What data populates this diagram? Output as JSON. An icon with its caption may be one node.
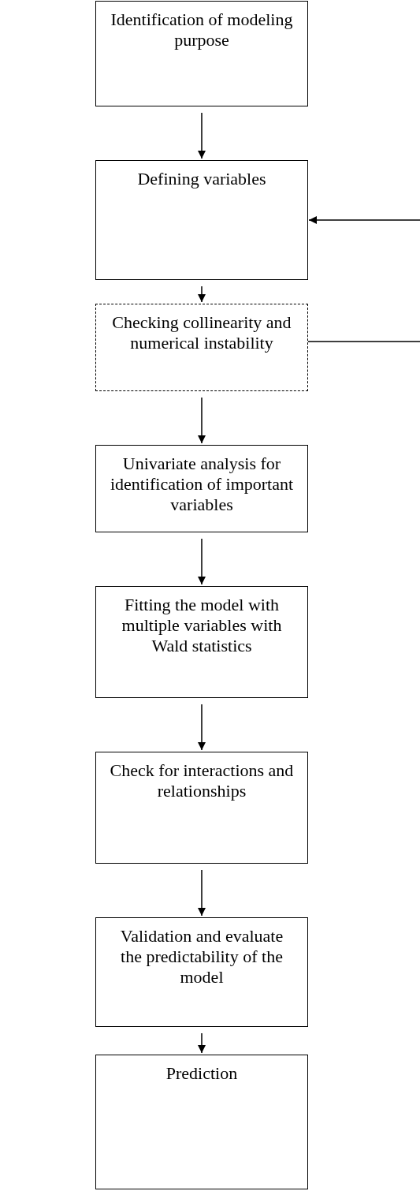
{
  "diagram": {
    "nodes": [
      {
        "text": [
          "Identification of modeling purpose"
        ]
      },
      {
        "text": [
          "Defining variables"
        ]
      },
      {
        "text": [
          "Checking collinearity and numerical instability"
        ]
      },
      {
        "text": [
          "Univariate analysis for identification of important variables"
        ]
      },
      {
        "text": [
          "Fitting the model with multiple variables with Wald statistics"
        ]
      },
      {
        "text": [
          "Check for interactions and relationships"
        ]
      },
      {
        "text": [
          "Validation and evaluate the predictability of the model"
        ]
      },
      {
        "text": [
          "Prediction"
        ]
      }
    ],
    "edges": [
      {
        "from": 0,
        "to": 1,
        "arrow": "to"
      },
      {
        "from": 1,
        "to": 2,
        "arrow": "to"
      },
      {
        "from": 2,
        "to": 3,
        "arrow": "to"
      },
      {
        "from": 3,
        "to": 4,
        "arrow": "to"
      },
      {
        "from": 4,
        "to": 5,
        "arrow": "to"
      },
      {
        "from": 5,
        "to": 6,
        "arrow": "to"
      },
      {
        "from": 6,
        "to": 7,
        "arrow": "to"
      },
      {
        "from": null,
        "to": 1,
        "arrow": "to"
      },
      {
        "from": 2,
        "to": null,
        "arrow": "none"
      }
    ]
  }
}
